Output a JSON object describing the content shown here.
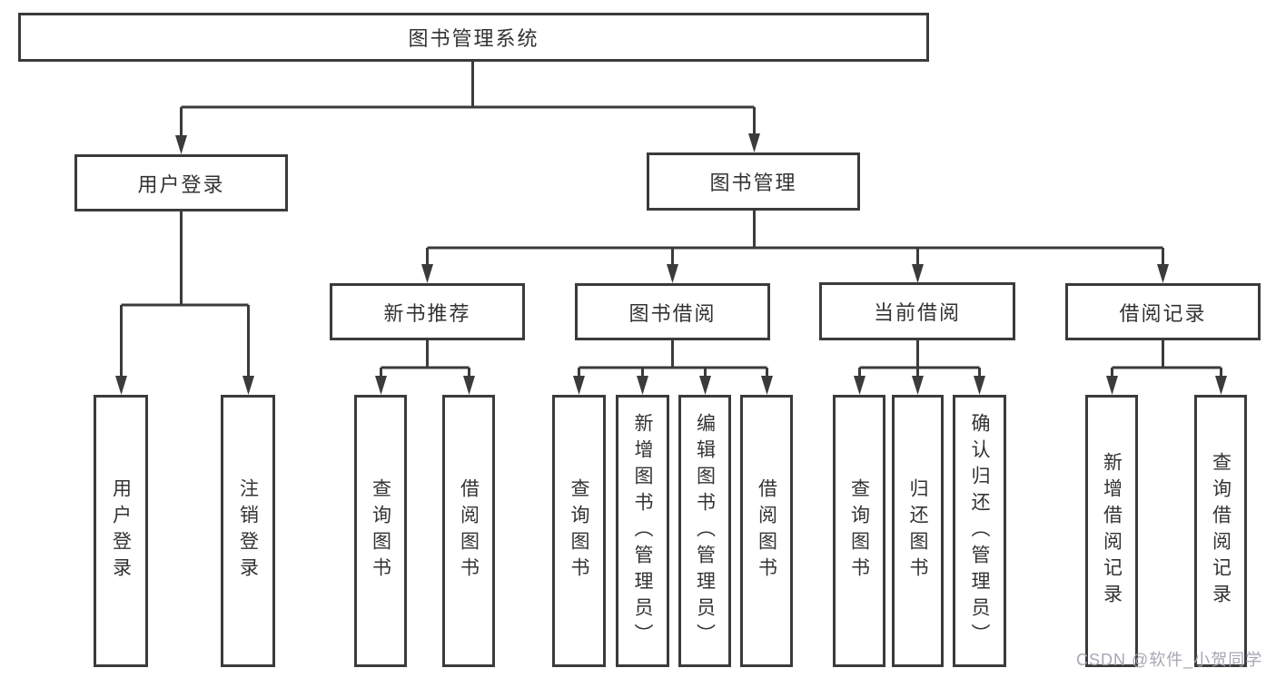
{
  "diagram": {
    "root": "图书管理系统",
    "level2": [
      "用户登录",
      "图书管理"
    ],
    "level3": [
      "新书推荐",
      "图书借阅",
      "当前借阅",
      "借阅记录"
    ],
    "leaves": {
      "user_login": [
        "用户登录",
        "注销登录"
      ],
      "new_book": [
        "查询图书",
        "借阅图书"
      ],
      "book_borrow": [
        "查询图书",
        "新增图书（管理员）",
        "编辑图书（管理员）",
        "借阅图书"
      ],
      "current_borrow": [
        "查询图书",
        "归还图书",
        "确认归还（管理员）"
      ],
      "borrow_records": [
        "新增借阅记录",
        "查询借阅记录"
      ]
    }
  },
  "watermark": "CSDN @软件_小贺同学",
  "colors": {
    "line": "#3b3b3b",
    "text": "#333333",
    "background": "#ffffff",
    "watermark": "#a5a0af"
  }
}
